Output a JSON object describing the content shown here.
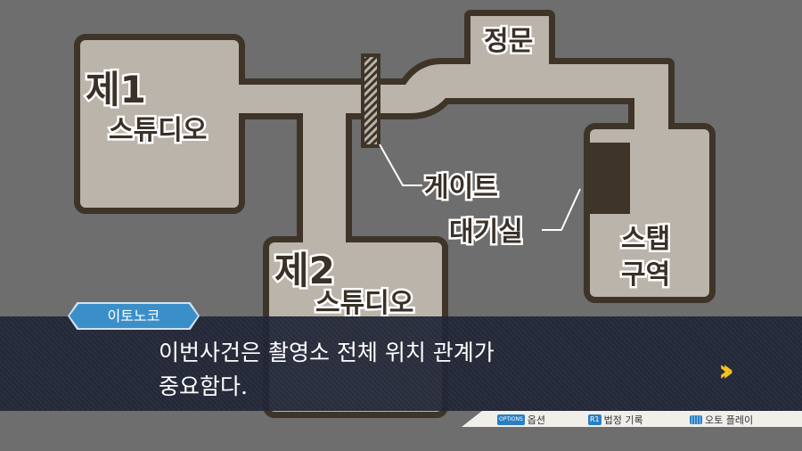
{
  "map": {
    "labels": {
      "studio1_line1": "제1",
      "studio1_line2": "스튜디오",
      "studio2_line1": "제2",
      "studio2_line2": "스튜디오",
      "main_gate": "정문",
      "gate": "게이트",
      "waiting_room": "대기실",
      "staff_line1": "스탭",
      "staff_line2": "구역"
    },
    "colors": {
      "background": "#6e6e6e",
      "floor": "#bab4aa",
      "wall": "#3e3428"
    }
  },
  "dialog": {
    "speaker": "이토노코",
    "line1": "이번사건은 촬영소 전체 위치 관계가",
    "line2": "중요함다.",
    "next_icon": "double-chevron-right-icon"
  },
  "controls": {
    "options": {
      "icon": "OPTIONS",
      "label": "옵션"
    },
    "court_record": {
      "icon": "R1",
      "label": "법정 기록"
    },
    "auto_play": {
      "icon": "touchpad",
      "label": "오토 플레이"
    }
  }
}
